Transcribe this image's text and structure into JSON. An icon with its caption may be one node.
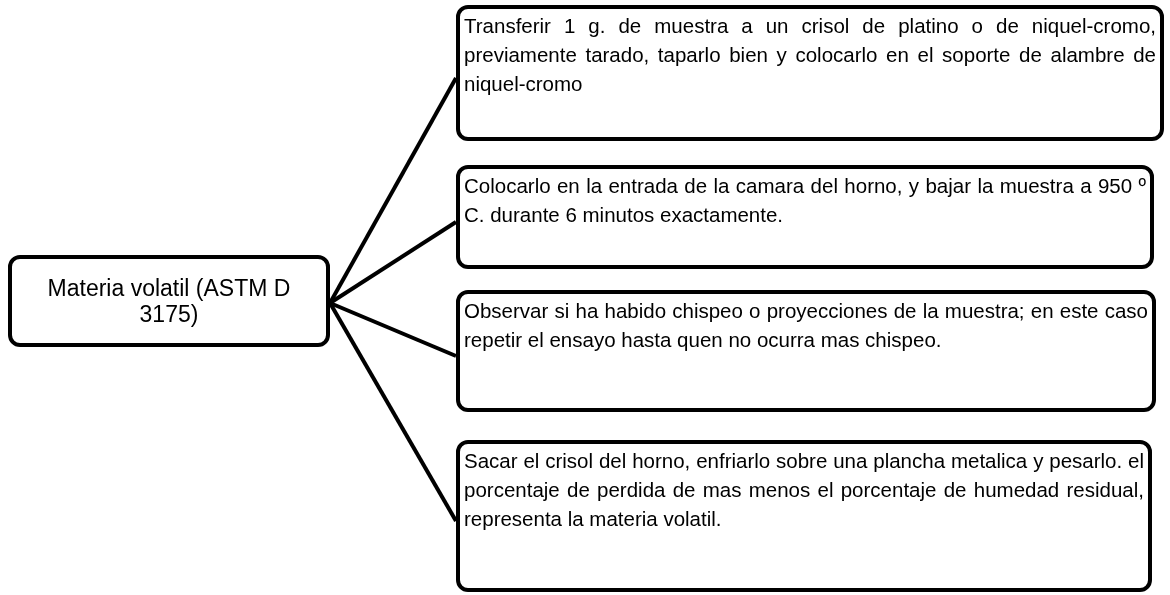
{
  "diagram": {
    "nodes": [
      {
        "text": [
          "Materia volatil (ASTM D 3175)"
        ]
      },
      {
        "text": [
          "Transferir 1 g. de muestra a un crisol de platino o de niquel-cromo, previamente tarado, taparlo bien y colocarlo en el soporte de alambre de niquel-cromo"
        ]
      },
      {
        "text": [
          "Colocarlo en la entrada de la camara del  horno, y bajar la muestra a 950 º C. durante 6 minutos exactamente."
        ]
      },
      {
        "text": [
          "Observar si ha habido chispeo o proyecciones de la muestra; en este caso repetir el ensayo hasta quen no ocurra mas chispeo."
        ]
      },
      {
        "text": [
          "Sacar el crisol del horno, enfriarlo sobre una plancha metalica y pesarlo. el porcentaje de perdida de mas menos el porcentaje de humedad residual, representa la materia volatil."
        ]
      }
    ],
    "edges": [
      {
        "from": 0,
        "to": 1,
        "arrow": "none"
      },
      {
        "from": 0,
        "to": 2,
        "arrow": "none"
      },
      {
        "from": 0,
        "to": 3,
        "arrow": "none"
      },
      {
        "from": 0,
        "to": 4,
        "arrow": "none"
      }
    ]
  }
}
